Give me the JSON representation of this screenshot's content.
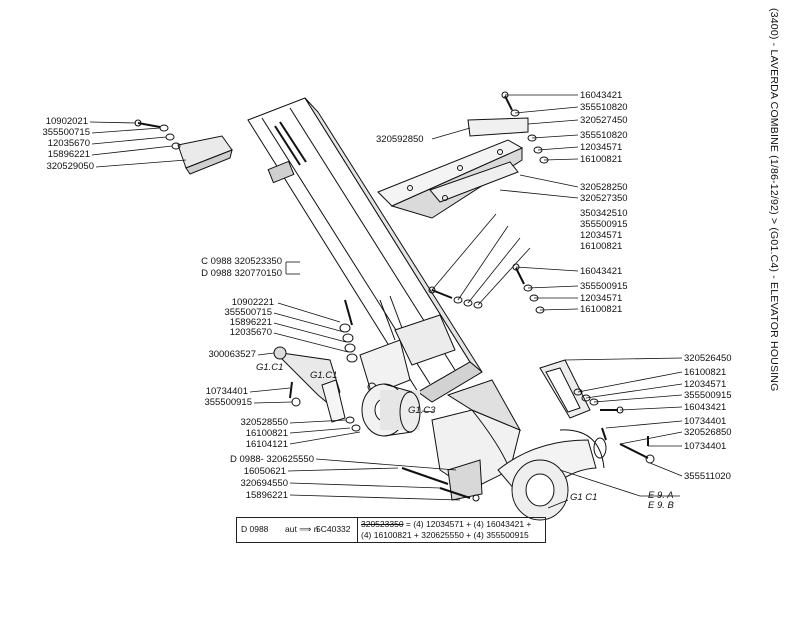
{
  "title": "(3400) - LAVERDA COMBINE (1/86-12/92) > (G01.C4) - ELEVATOR HOUSING",
  "left_labels": {
    "p10902021": "10902021",
    "p355500715_a": "355500715",
    "p12035670_a": "12035670",
    "p15896221_a": "15896221",
    "p320529050": "320529050",
    "c0988": "C 0988 320523350",
    "d0988": "D 0988 320770150",
    "p10902221": "10902221",
    "p355500715_b": "355500715",
    "p15896221_b": "15896221",
    "p12035670_b": "12035670",
    "p300063527": "300063527",
    "p10734401": "10734401",
    "p355500915": "355500915",
    "p320528550": "320528550",
    "p16100821": "16100821",
    "p16104121": "16104121",
    "d0988_320625550": "D 0988- 320625550",
    "p16050621": "16050621",
    "p320694550": "320694550",
    "p15896221_c": "15896221"
  },
  "right_labels": {
    "p16043421_a": "16043421",
    "p355510820_a": "355510820",
    "p320527450": "320527450",
    "p320592850": "320592850",
    "p355510820_b": "355510820",
    "p12034571_a": "12034571",
    "p16100821_a": "16100821",
    "p320528250": "320528250",
    "p320527350": "320527350",
    "p350342510": "350342510",
    "p355500915_a": "355500915",
    "p12034571_b": "12034571",
    "p16100821_b": "16100821",
    "p16043421_b": "16043421",
    "p355500915_b": "355500915",
    "p12034571_c": "12034571",
    "p16100821_c": "16100821",
    "p320526450": "320526450",
    "p16100821_d": "16100821",
    "p12034571_d": "12034571",
    "p355500915_c": "355500915",
    "p16043421_c": "16043421",
    "p10734401_a": "10734401",
    "p320526850": "320526850",
    "p10734401_b": "10734401",
    "p355511020": "355511020"
  },
  "refs": {
    "g1c1_a": "G1.C1",
    "g1c1_b": "G1.C1",
    "g1c3": "G1.C3",
    "g1c1_c": "G1 C1",
    "e9a": "E 9. A",
    "e9b": "E 9. B"
  },
  "note": {
    "code": "D 0988",
    "aut": "aut ⟹ n",
    "serial": "5C40332",
    "old_part": "320523350",
    "line1_rest": "= (4) 12034571 + (4) 16043421 +",
    "line2": "(4) 16100821 + 320625550 + (4) 355500915"
  }
}
